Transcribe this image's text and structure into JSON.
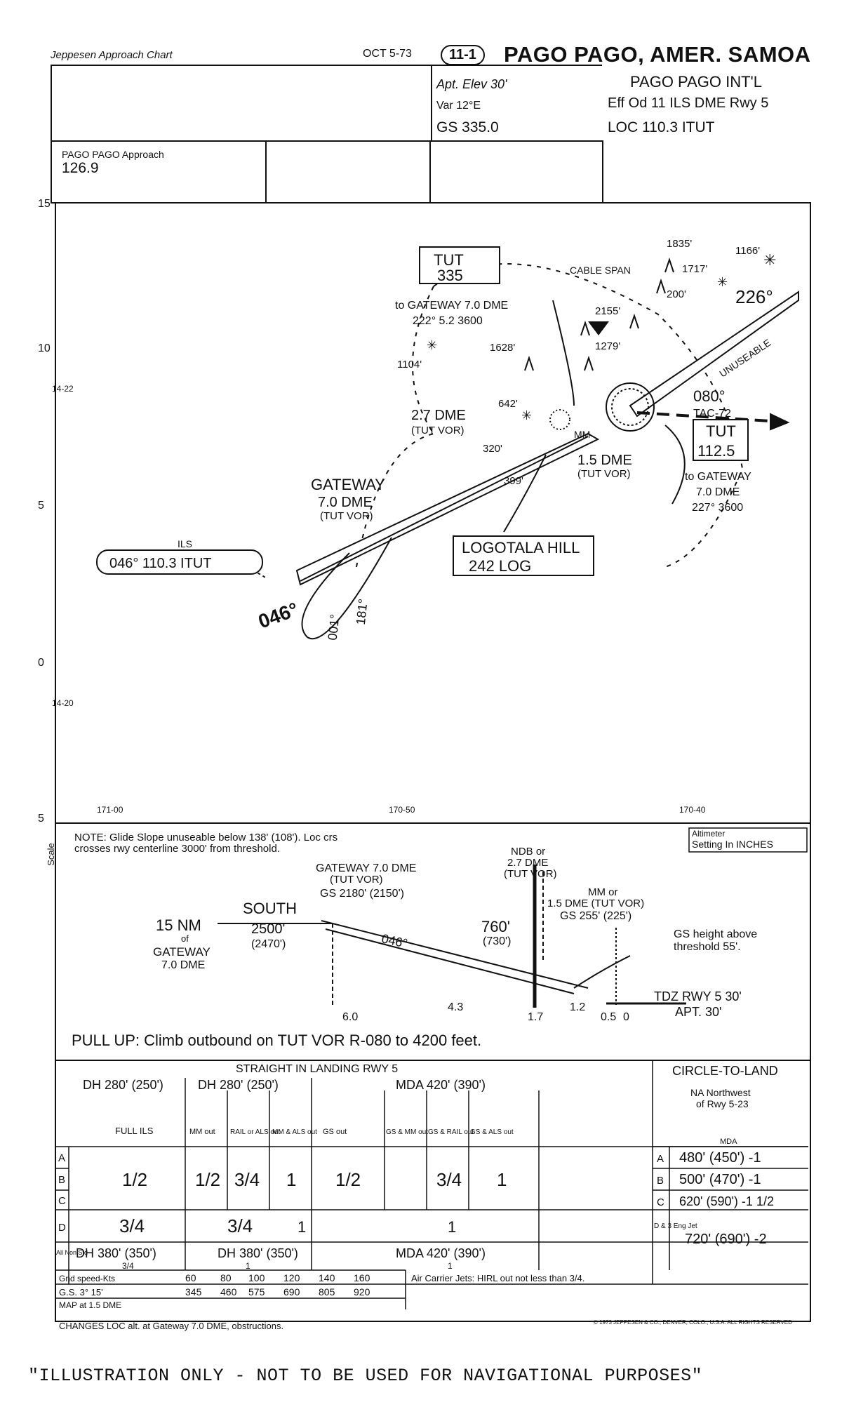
{
  "header": {
    "publisher": "Jeppesen Approach Chart",
    "date": "OCT 5-73",
    "chart_no": "11-1",
    "city": "PAGO PAGO, AMER. SAMOA",
    "airport": "PAGO PAGO INT'L",
    "apt_elev": "Apt. Elev 30'",
    "var": "Var 12°E",
    "gs": "GS  335.0",
    "eff": "Eff Od 11 ILS DME Rwy 5",
    "loc": "LOC  110.3   ITUT",
    "approach_label": "PAGO PAGO Approach",
    "approach_freq": "126.9"
  },
  "plan": {
    "scale_ticks": [
      "15",
      "10",
      "5",
      "0",
      "5"
    ],
    "lat_top": "14-22",
    "lat_bottom": "14-20",
    "lon_labels": [
      "171-00",
      "170-50",
      "170-40"
    ],
    "tut_ndb_name": "TUT",
    "tut_ndb_freq": "335",
    "to_gateway_1": "to GATEWAY 7.0 DME",
    "to_gateway_1b": "222° 5.2 3600",
    "cable_span": "CABLE SPAN",
    "elev_1835": "1835'",
    "elev_1166": "1166'",
    "elev_1717": "1717'",
    "elev_200": "200'",
    "elev_2155": "2155'",
    "elev_1279": "1279'",
    "elev_1628": "1628'",
    "elev_1104": "1104'",
    "elev_642": "642'",
    "elev_320": "320'",
    "elev_399": "399'",
    "crs_226": "226°",
    "unuseable": "UNUSEABLE",
    "crs_080": "080°",
    "tac": "TAC-72",
    "vor_name": "TUT",
    "vor_freq": "112.5",
    "to_gateway_2": "to GATEWAY",
    "to_gateway_2b": "7.0 DME",
    "to_gateway_2c": "227° 3600",
    "dme_27": "2.7 DME",
    "tut_vor_1": "(TUT VOR)",
    "mm": "MM",
    "dme_15": "1.5 DME",
    "tut_vor_2": "(TUT VOR)",
    "gateway": "GATEWAY",
    "gateway_dme": "7.0 DME",
    "tut_vor_3": "(TUT VOR)",
    "ils_label": "ILS",
    "ils_box": "046° 110.3 ITUT",
    "logotala": "LOGOTALA HILL",
    "log_freq": "242 LOG",
    "crs_046": "046°",
    "crs_001": "001°",
    "crs_181": "181°"
  },
  "profile": {
    "scale_label": "Scale",
    "note1": "NOTE: Glide Slope unuseable below 138' (108'). Loc crs",
    "note2": "crosses rwy centerline 3000' from threshold.",
    "altimeter1": "Altimeter",
    "altimeter2": "Setting In INCHES",
    "ndb1": "NDB or",
    "ndb2": "2.7 DME",
    "ndb3": "(TUT VOR)",
    "gw1": "GATEWAY 7.0 DME",
    "gw2": "(TUT VOR)",
    "gw3": "GS 2180' (2150')",
    "mm1": "MM or",
    "mm2": "1.5 DME (TUT VOR)",
    "mm3": "GS 255' (225')",
    "nm15": "15 NM",
    "of": "of",
    "gw_a": "GATEWAY",
    "gw_b": "7.0 DME",
    "south": "SOUTH",
    "alt2500": "2500'",
    "alt2470": "(2470')",
    "crs": "046°",
    "alt760": "760'",
    "alt730": "(730')",
    "gsh1": "GS height above",
    "gsh2": "threshold 55'.",
    "tdz": "TDZ RWY 5 30'",
    "apt": "APT. 30'",
    "d60": "6.0",
    "d43": "4.3",
    "d17": "1.7",
    "d12": "1.2",
    "d05": "0.5",
    "d0": "0",
    "pullup": "PULL UP: Climb outbound on TUT VOR R-080 to 4200 feet."
  },
  "minimums": {
    "straight_in": "STRAIGHT IN LANDING RWY 5",
    "dh1": "DH 280' (250')",
    "dh2": "DH 280' (250')",
    "mda1": "MDA 420' (390')",
    "cols": [
      "FULL ILS",
      "MM out",
      "RAIL or ALS out",
      "MM & ALS out",
      "GS out",
      "GS & MM out",
      "GS & RAIL out",
      "GS & ALS out"
    ],
    "cats": [
      "A",
      "B",
      "C",
      "D"
    ],
    "abc_vals": [
      "1/2",
      "1/2",
      "3/4",
      "1",
      "1/2",
      "3/4",
      "1"
    ],
    "d_vals": [
      "3/4",
      "3/4",
      "1",
      "1"
    ],
    "all_label": "All Non Std",
    "dh380a": "DH 380' (350')",
    "dh380b": "DH 380' (350')",
    "mda420": "MDA 420' (390')",
    "v34": "3/4",
    "v1a": "1",
    "v1b": "1",
    "circle": "CIRCLE-TO-LAND",
    "na1": "NA Northwest",
    "na2": "of Rwy 5-23",
    "mda_lbl": "MDA",
    "ctl_a": "480' (450') -1",
    "ctl_b": "500' (470') -1",
    "ctl_c": "620' (590') -1 1/2",
    "ctl_d": "720' (690') -2",
    "ctl_d_lbl": "D & 3 Eng Jet",
    "gs_kts": "Gnd speed-Kts",
    "speeds": [
      "60",
      "80",
      "100",
      "120",
      "140",
      "160"
    ],
    "gs_lbl": "G.S.  3° 15'",
    "gs_vals": [
      "345",
      "460",
      "575",
      "690",
      "805",
      "920"
    ],
    "map_lbl": "MAP at 1.5 DME",
    "carrier": "Air Carrier Jets: HIRL out not less than 3/4.",
    "changes": "CHANGES LOC alt. at Gateway 7.0 DME, obstructions.",
    "copyright": "© 1973 JEPPESEN & CO., DENVER, COLO., U.S.A. ALL RIGHTS RESERVED"
  },
  "footer": "\"ILLUSTRATION ONLY - NOT TO BE USED FOR NAVIGATIONAL PURPOSES\""
}
